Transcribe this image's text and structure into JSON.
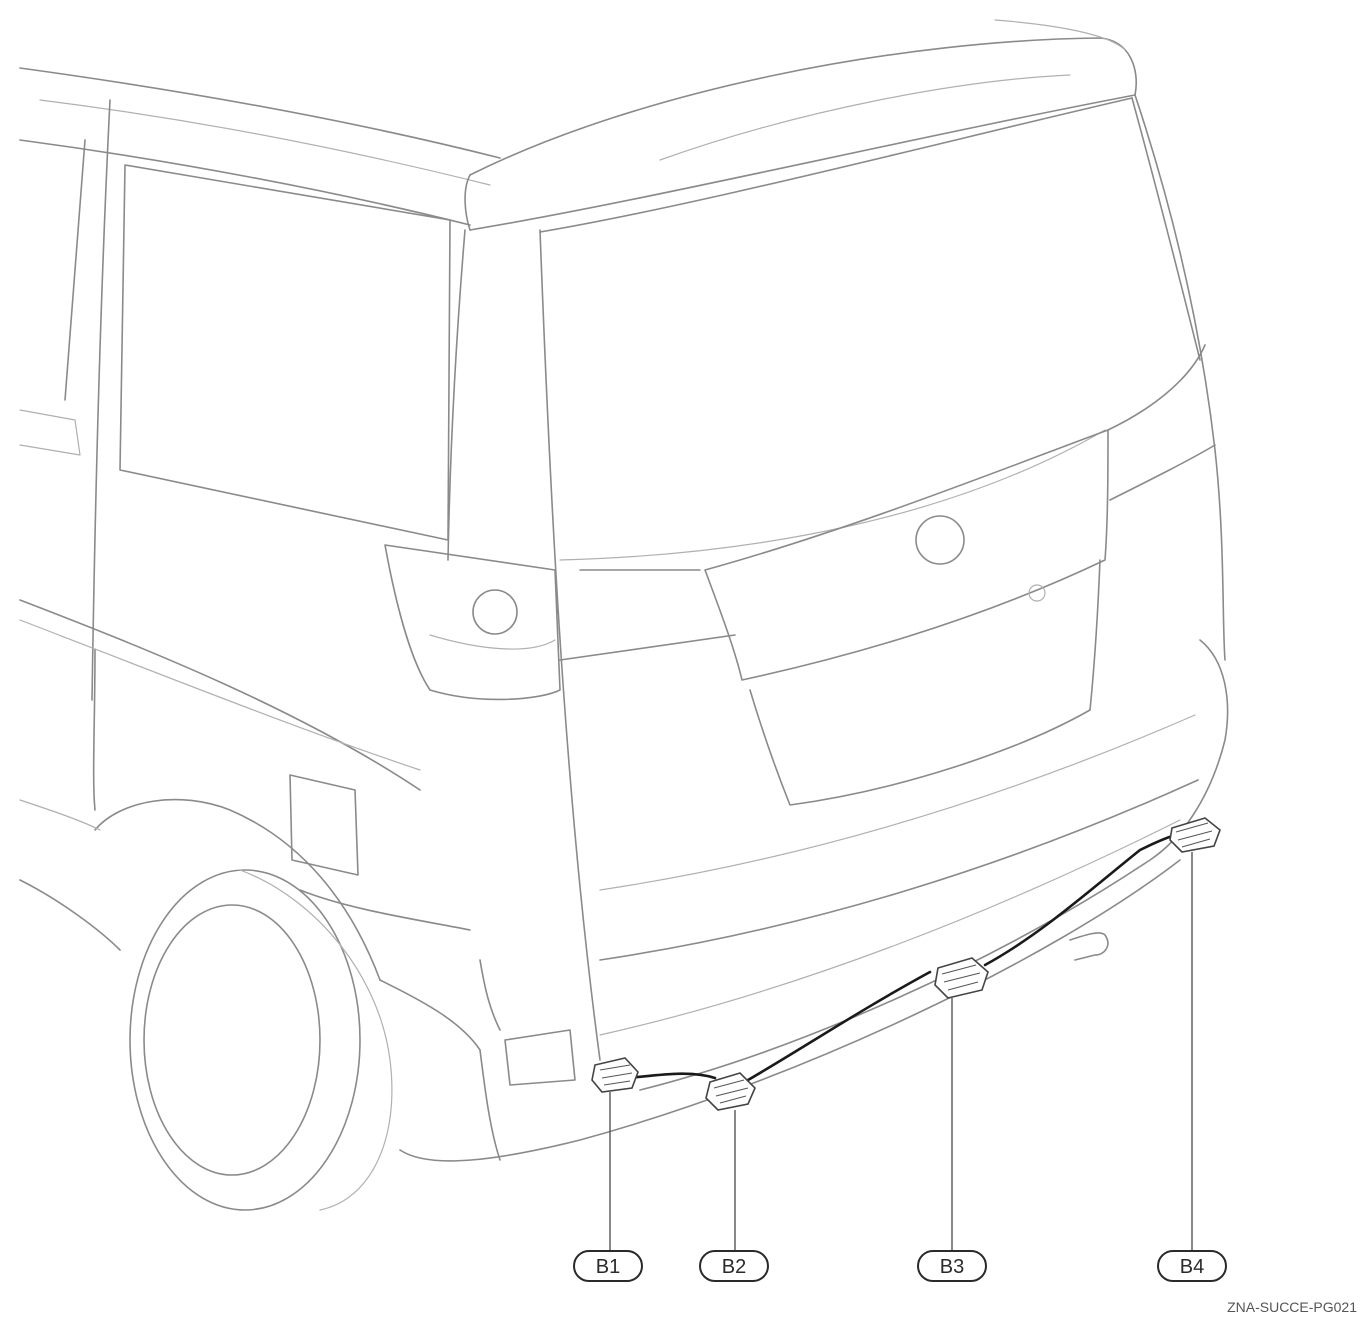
{
  "callouts": [
    {
      "id": "B1",
      "label": "B1"
    },
    {
      "id": "B2",
      "label": "B2"
    },
    {
      "id": "B3",
      "label": "B3"
    },
    {
      "id": "B4",
      "label": "B4"
    }
  ],
  "reference_code": "ZNA-SUCCE-PG021"
}
